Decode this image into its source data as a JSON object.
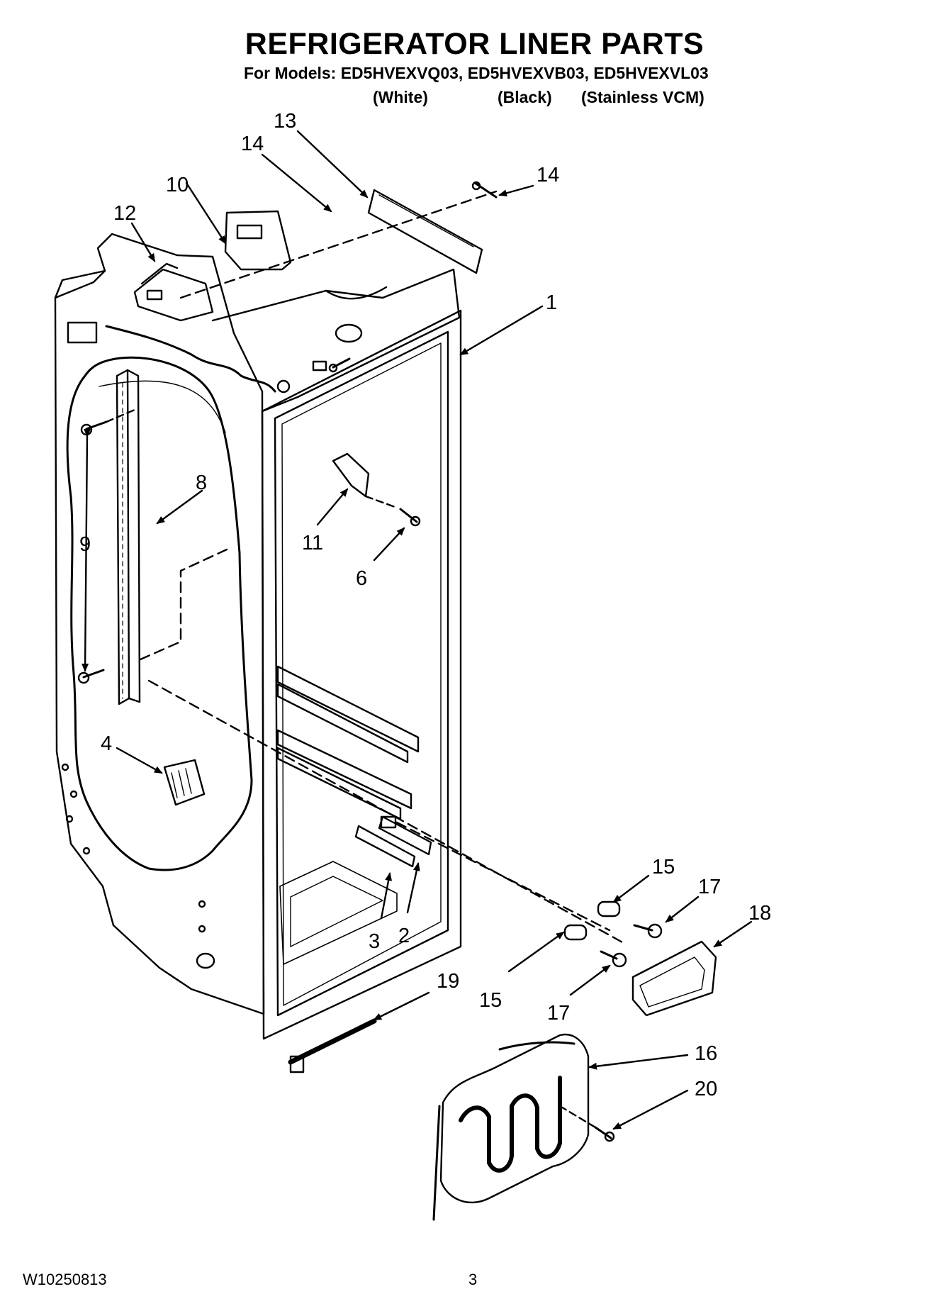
{
  "header": {
    "title": "REFRIGERATOR LINER PARTS",
    "models_line": "For Models: ED5HVEXVQ03, ED5HVEXVB03, ED5HVEXVL03",
    "variants": [
      "(White)",
      "(Black)",
      "(Stainless VCM)"
    ]
  },
  "callouts": [
    "13",
    "14",
    "14",
    "10",
    "12",
    "1",
    "8",
    "9",
    "11",
    "6",
    "4",
    "3",
    "2",
    "15",
    "17",
    "18",
    "15",
    "17",
    "19",
    "16",
    "20"
  ],
  "footer": {
    "doc_number": "W10250813",
    "page_number": "3"
  }
}
